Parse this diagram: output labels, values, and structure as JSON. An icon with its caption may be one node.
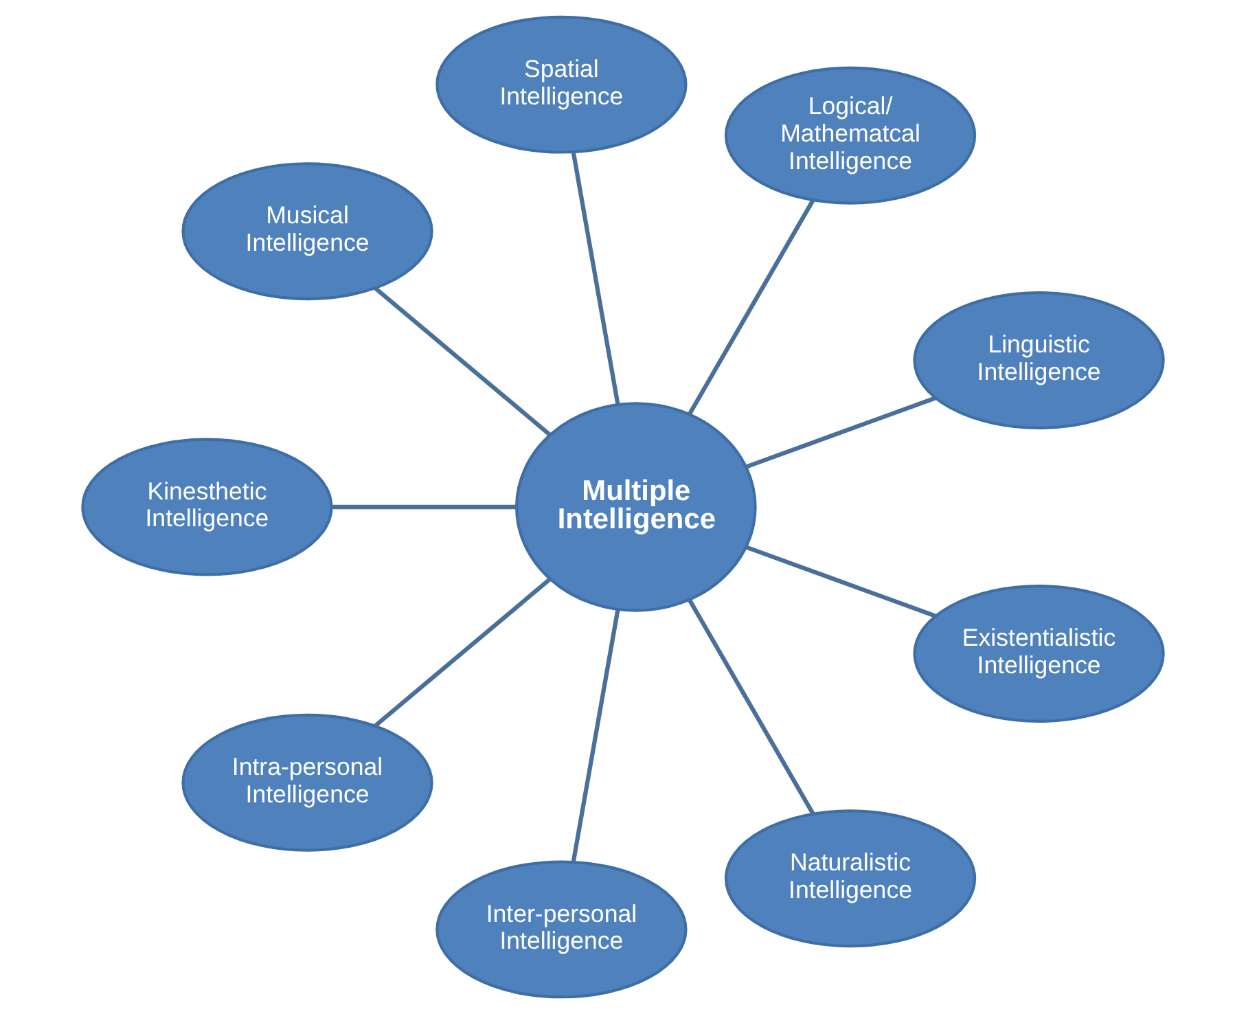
{
  "diagram": {
    "nodes": [
      {
        "text": [
          "Multiple Intelligence"
        ]
      },
      {
        "text": [
          "Linguistic Intelligence"
        ]
      },
      {
        "text": [
          "Logical/ Mathematcal Intelligence"
        ]
      },
      {
        "text": [
          "Spatial Intelligence"
        ]
      },
      {
        "text": [
          "Musical Intelligence"
        ]
      },
      {
        "text": [
          "Kinesthetic Intelligence"
        ]
      },
      {
        "text": [
          "Intra-personal Intelligence"
        ]
      },
      {
        "text": [
          "Inter-personal Intelligence"
        ]
      },
      {
        "text": [
          "Naturalistic Intelligence"
        ]
      },
      {
        "text": [
          "Existentialistic Intelligence"
        ]
      }
    ],
    "edges": [
      {
        "from": 0,
        "to": 1,
        "arrow": "none"
      },
      {
        "from": 0,
        "to": 2,
        "arrow": "none"
      },
      {
        "from": 0,
        "to": 3,
        "arrow": "none"
      },
      {
        "from": 0,
        "to": 4,
        "arrow": "none"
      },
      {
        "from": 0,
        "to": 5,
        "arrow": "none"
      },
      {
        "from": 0,
        "to": 6,
        "arrow": "none"
      },
      {
        "from": 0,
        "to": 7,
        "arrow": "none"
      },
      {
        "from": 0,
        "to": 8,
        "arrow": "none"
      },
      {
        "from": 0,
        "to": 9,
        "arrow": "none"
      }
    ]
  }
}
